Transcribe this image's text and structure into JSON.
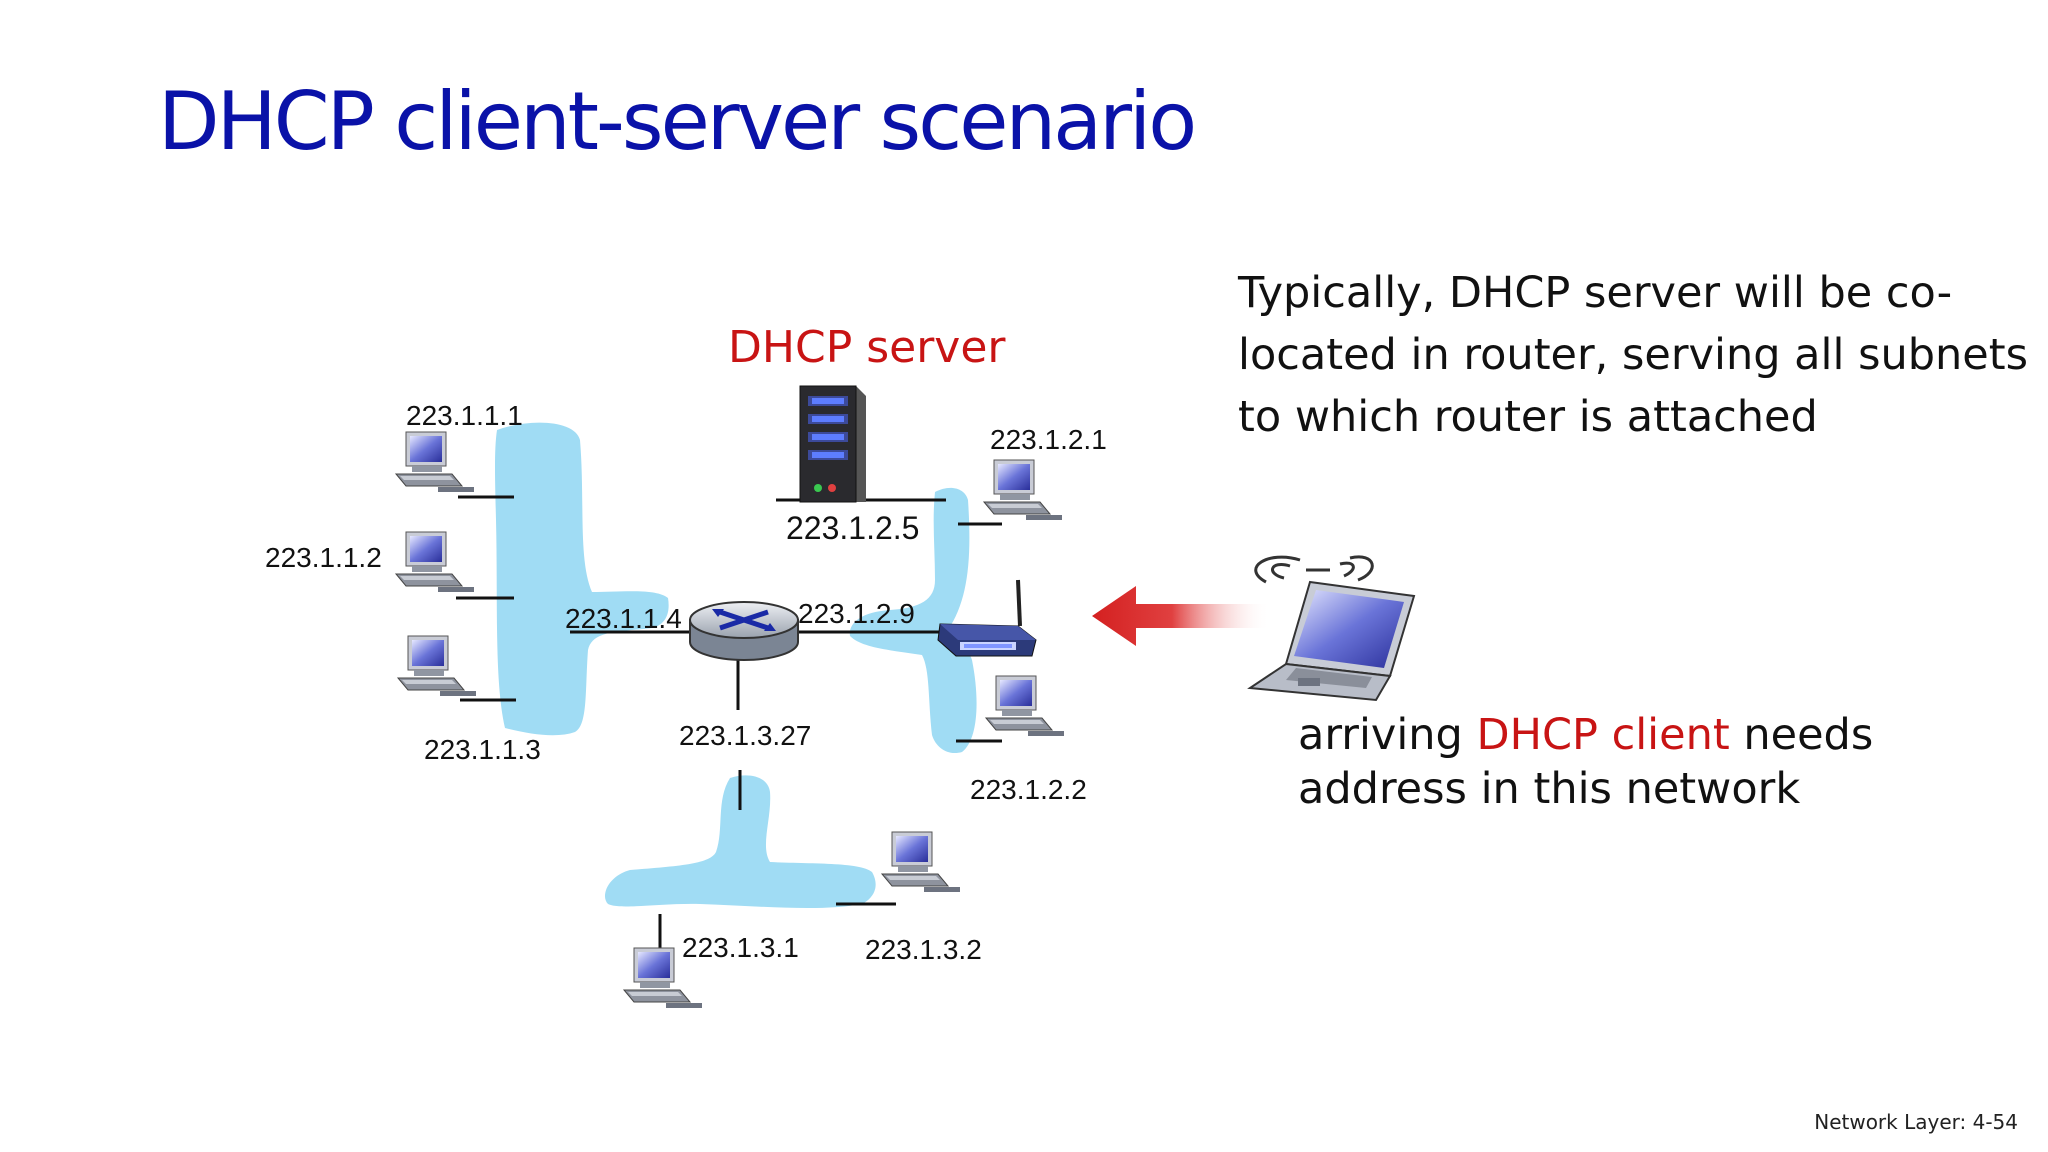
{
  "slide": {
    "title": "DHCP client-server scenario",
    "footer": "Network Layer: 4-54"
  },
  "colors": {
    "title": "#0a12a8",
    "highlight": "#c81414",
    "subnet": "#a0dcf4",
    "arrow": "#d42020",
    "text": "#111111"
  },
  "server": {
    "label": "DHCP server",
    "address": "223.1.2.5"
  },
  "router_note": {
    "lines": [
      "Typically, DHCP server will be  co-",
      "located in router, serving all subnets",
      "to which router is attached"
    ]
  },
  "client_note": {
    "prefix": "arriving ",
    "highlight": "DHCP client",
    "suffix": " needs",
    "line2": "address in this network"
  },
  "subnet1": {
    "hosts": [
      "223.1.1.1",
      "223.1.1.2",
      "223.1.1.3"
    ],
    "router_interface": "223.1.1.4"
  },
  "subnet2": {
    "hosts": [
      "223.1.2.1",
      "223.1.2.2"
    ],
    "router_interface": "223.1.2.9"
  },
  "subnet3": {
    "hosts": [
      "223.1.3.1",
      "223.1.3.2"
    ],
    "router_interface": "223.1.3.27"
  },
  "icons": [
    "desktop-computer-icon",
    "server-icon",
    "router-icon",
    "wireless-router-icon",
    "laptop-icon",
    "left-arrow-icon"
  ]
}
